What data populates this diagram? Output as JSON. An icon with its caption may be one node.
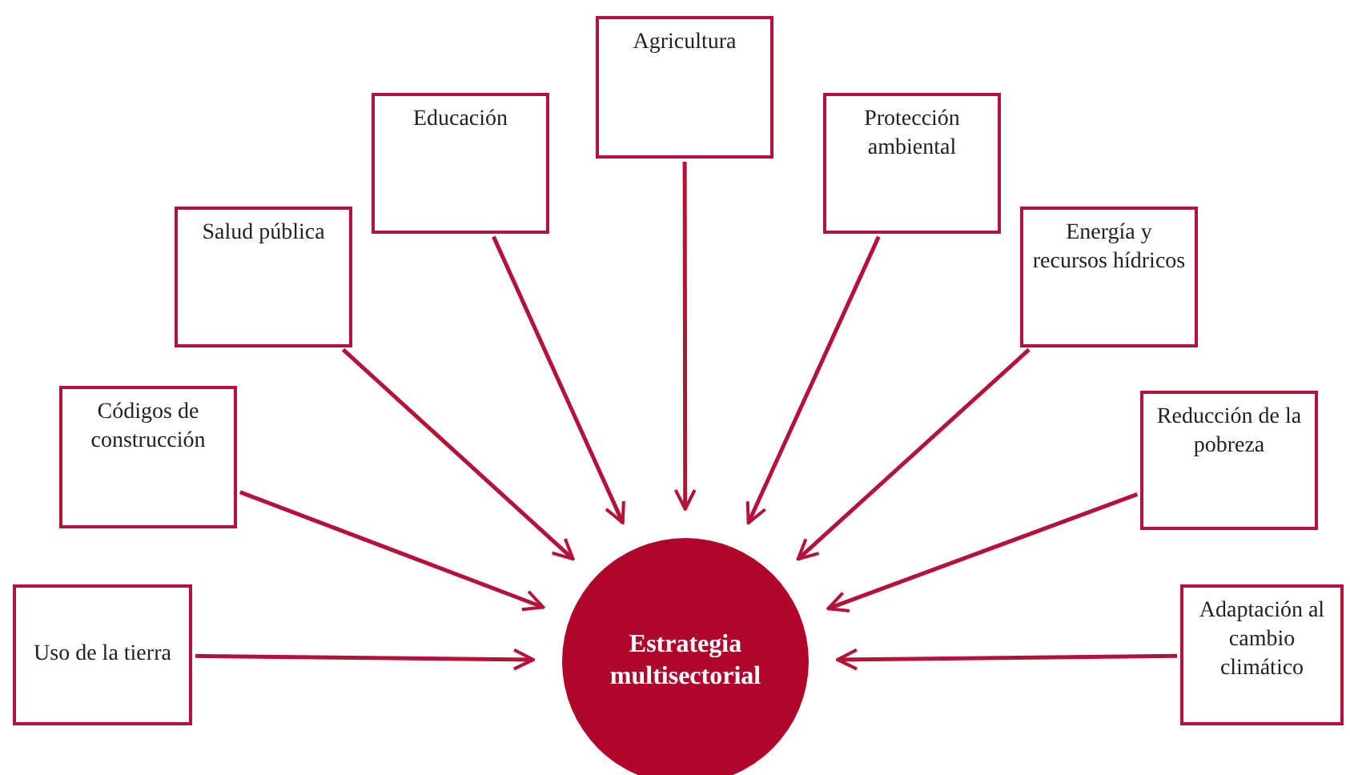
{
  "diagram": {
    "nodes": [
      {
        "text": [
          "Estrategia multisectorial"
        ]
      },
      {
        "text": [
          "Uso de la tierra"
        ]
      },
      {
        "text": [
          "Códigos de construcción"
        ]
      },
      {
        "text": [
          "Salud pública"
        ]
      },
      {
        "text": [
          "Educación"
        ]
      },
      {
        "text": [
          "Agricultura"
        ]
      },
      {
        "text": [
          "Protección ambiental"
        ]
      },
      {
        "text": [
          "Energía y recursos hídricos"
        ]
      },
      {
        "text": [
          "Reducción de la pobreza"
        ]
      },
      {
        "text": [
          "Adaptación al cambio climático"
        ]
      }
    ],
    "edges": [
      {
        "from": 1,
        "to": 0,
        "arrow": "to"
      },
      {
        "from": 2,
        "to": 0,
        "arrow": "to"
      },
      {
        "from": 3,
        "to": 0,
        "arrow": "to"
      },
      {
        "from": 4,
        "to": 0,
        "arrow": "to"
      },
      {
        "from": 5,
        "to": 0,
        "arrow": "to"
      },
      {
        "from": 6,
        "to": 0,
        "arrow": "to"
      },
      {
        "from": 7,
        "to": 0,
        "arrow": "to"
      },
      {
        "from": 8,
        "to": 0,
        "arrow": "to"
      },
      {
        "from": 9,
        "to": 0,
        "arrow": "to"
      }
    ]
  }
}
